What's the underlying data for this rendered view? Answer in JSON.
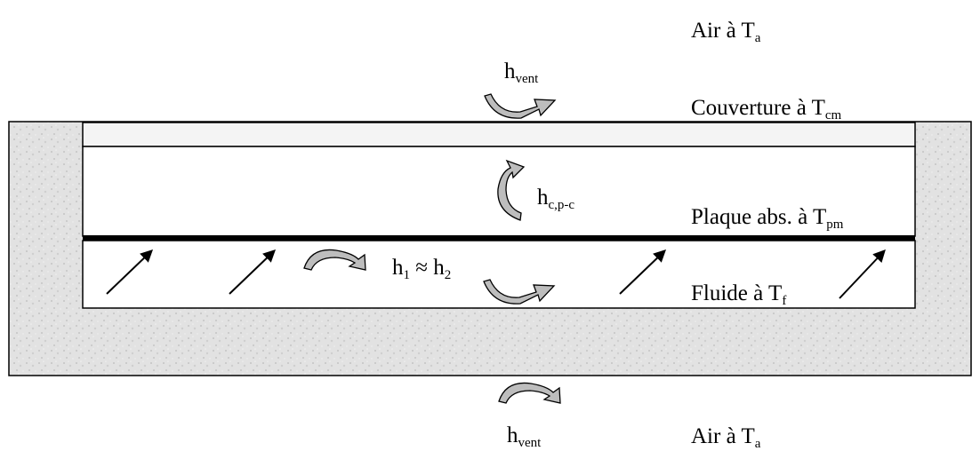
{
  "labels": {
    "air_top": {
      "prefix": "Air à T",
      "sub": "a"
    },
    "couverture": {
      "prefix": "Couverture à T",
      "sub": "cm"
    },
    "plaque": {
      "prefix": "Plaque abs. à T",
      "sub": "pm"
    },
    "fluide": {
      "prefix": "Fluide à T",
      "sub": "f"
    },
    "air_bottom": {
      "prefix": "Air à T",
      "sub": "a"
    }
  },
  "coefficients": {
    "h_vent_top": {
      "main": "h",
      "sub": "vent"
    },
    "h_c_pc": {
      "main": "h",
      "sub": "c,p-c"
    },
    "h1_h2": {
      "main": "h",
      "sub1": "1",
      "op": " ≈ h",
      "sub2": "2"
    },
    "h_vent_bottom": {
      "main": "h",
      "sub": "vent"
    }
  },
  "colors": {
    "insulation": "#d9d9d9",
    "cover": "#f4f4f4",
    "arrow_fill": "#bdbdbd",
    "line": "#000000"
  },
  "icons": [
    "curved-arrow-icon",
    "flow-arrow-icon"
  ]
}
